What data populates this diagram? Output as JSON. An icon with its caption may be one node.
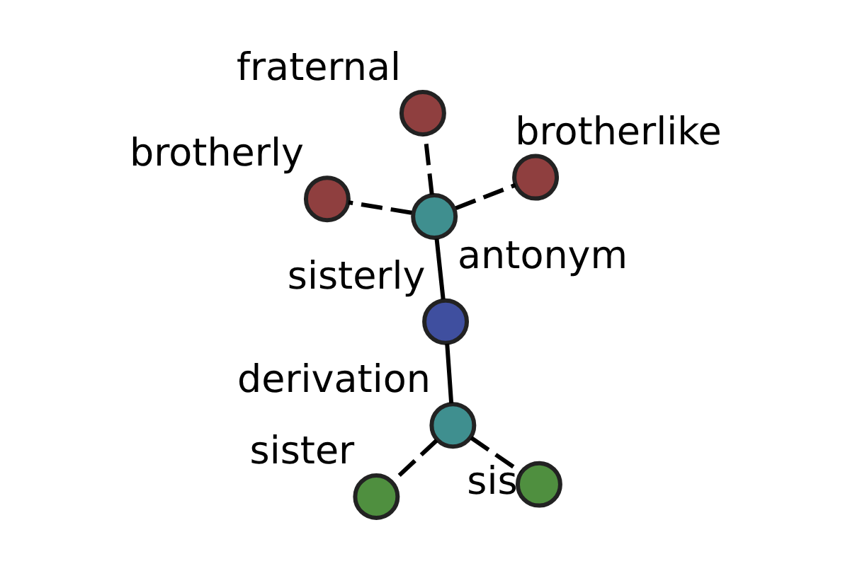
{
  "diagram": {
    "nodes": [
      {
        "text": [
          "sister"
        ]
      },
      {
        "text": [
          "derivation"
        ]
      },
      {
        "text": [
          "sis"
        ]
      },
      {
        "text": [
          "fraternal"
        ]
      },
      {
        "text": [
          "sisterly"
        ]
      },
      {
        "text": [
          "antonym"
        ]
      },
      {
        "text": [
          "brotherly"
        ]
      },
      {
        "text": [
          "brotherlike"
        ]
      }
    ],
    "edges": [
      {
        "from": 4,
        "to": 1,
        "arrow": "none"
      },
      {
        "from": 4,
        "to": 5,
        "arrow": "none"
      },
      {
        "from": 1,
        "to": 0,
        "arrow": "none",
        "style": "dashed"
      },
      {
        "from": 1,
        "to": 2,
        "arrow": "none",
        "style": "dashed"
      },
      {
        "from": 5,
        "to": 3,
        "arrow": "none",
        "style": "dashed"
      },
      {
        "from": 5,
        "to": 6,
        "arrow": "none",
        "style": "dashed"
      },
      {
        "from": 5,
        "to": 7,
        "arrow": "none",
        "style": "dashed"
      }
    ]
  }
}
